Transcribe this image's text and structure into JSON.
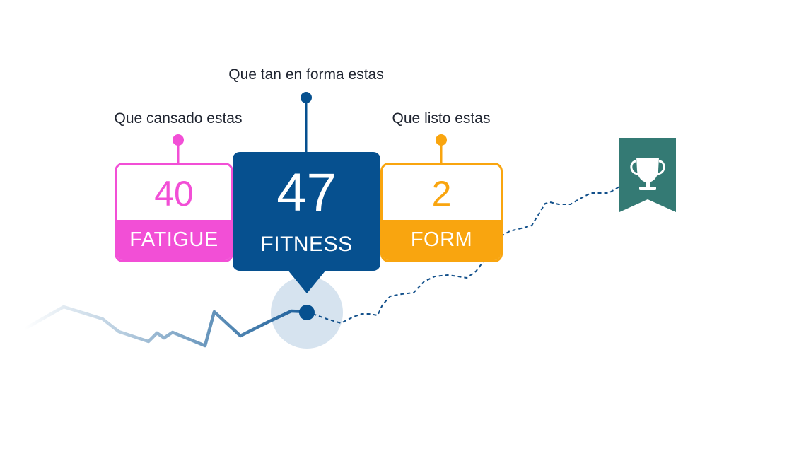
{
  "captions": {
    "fitness": "Que tan en forma estas",
    "fatigue": "Que cansado estas",
    "form": "Que listo estas"
  },
  "cards": {
    "fatigue": {
      "value": "40",
      "label": "FATIGUE"
    },
    "fitness": {
      "value": "47",
      "label": "FITNESS"
    },
    "form": {
      "value": "2",
      "label": "FORM"
    }
  },
  "colors": {
    "fatigue": "#f24fd6",
    "fitness": "#06508f",
    "form": "#f9a50f",
    "trophy_badge": "#347a74",
    "trend_line": "#2f6ea3",
    "highlight_halo": "#d6e3ef"
  },
  "icons": {
    "badge": "trophy-icon"
  }
}
